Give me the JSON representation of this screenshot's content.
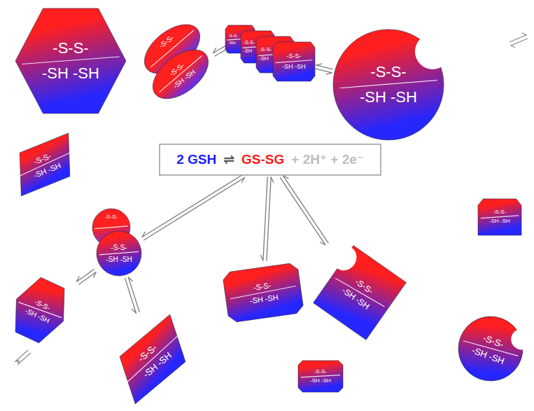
{
  "diagram": {
    "nodes": [
      {
        "text": [
          "-S-S-",
          "-SH -SH"
        ]
      },
      {
        "text": [
          "-S-S-"
        ]
      },
      {
        "text": [
          "-S-S-",
          "-SH -SH"
        ]
      },
      {
        "text": [
          "-S-S-",
          "-SH"
        ]
      },
      {
        "text": [
          "-S-S-",
          "-SH"
        ]
      },
      {
        "text": [
          "-S-S-",
          "-SH"
        ]
      },
      {
        "text": [
          "-S-S-",
          "-SH -SH"
        ]
      },
      {
        "text": [
          "-S-S-",
          "-SH -SH"
        ]
      },
      {
        "text": [
          "-S-S-",
          "-SH -SH"
        ]
      },
      {
        "text": [
          "-S-S-"
        ]
      },
      {
        "text": [
          "-S-S-",
          "-SH -SH"
        ]
      },
      {
        "text": [
          "-S-S-",
          "-SH -SH"
        ]
      },
      {
        "text": [
          "-S-S-",
          "-SH -SH"
        ]
      },
      {
        "text": [
          "-S-S-",
          "-SH -SH"
        ]
      },
      {
        "text": [
          "-S-S-",
          "-SH -SH"
        ]
      },
      {
        "text": [
          "-S-S-",
          "-SH -SH"
        ]
      },
      {
        "text": [
          "-S-S-",
          "-SH -SH"
        ]
      },
      {
        "text": [
          "-S-S-",
          "-SH -SH"
        ]
      },
      {
        "text": [
          "2 GSH",
          "⇌",
          "GS-SG",
          "+ 2H⁺ + 2e⁻"
        ]
      }
    ],
    "edges": [
      {
        "from": 2,
        "to": 3,
        "arrow": "both"
      },
      {
        "from": 6,
        "to": 7,
        "arrow": "both"
      },
      {
        "from": 18,
        "to": 13,
        "arrow": "both"
      },
      {
        "from": 18,
        "to": 14,
        "arrow": "both"
      },
      {
        "from": 10,
        "to": 18,
        "arrow": "both"
      },
      {
        "from": 10,
        "to": 11,
        "arrow": "both"
      },
      {
        "from": 10,
        "to": 12,
        "arrow": "both"
      }
    ]
  }
}
